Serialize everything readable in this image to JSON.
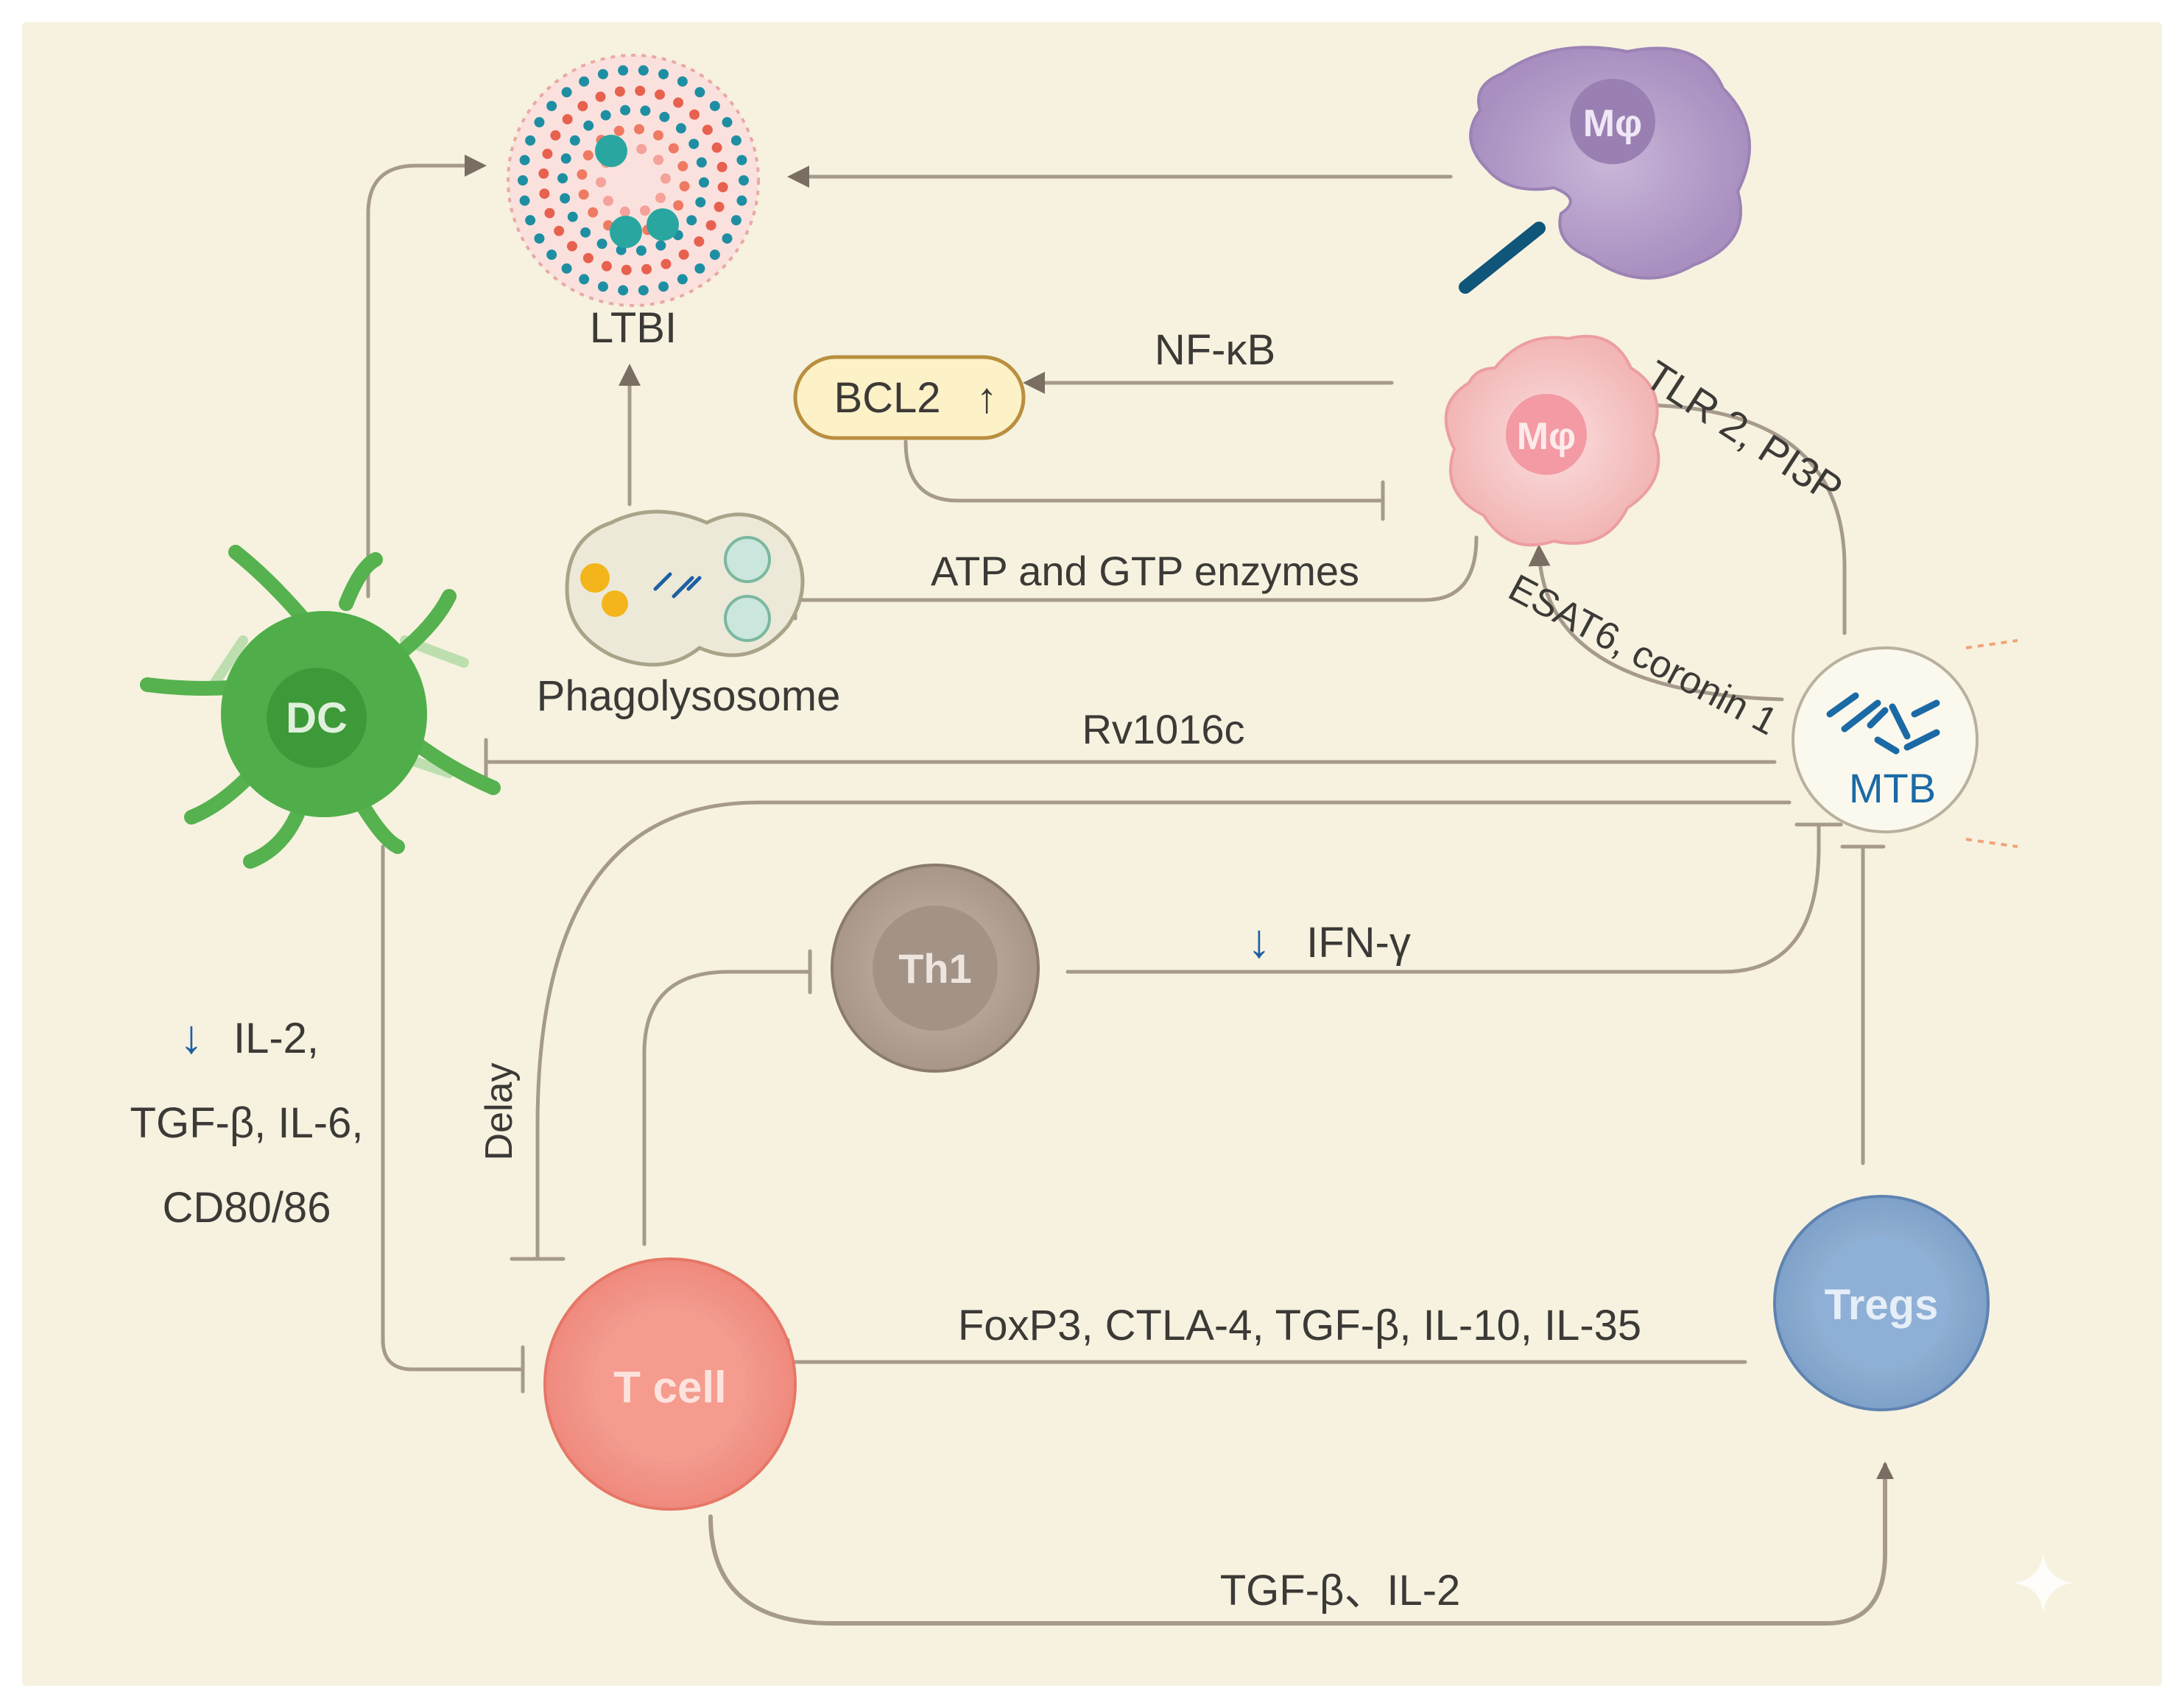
{
  "labels": {
    "ltbi": "LTBI",
    "bcl2": "BCL2",
    "bcl2_arrow": "↑",
    "nfkb": "NF-κB",
    "tlr2": "TLR 2, PI3P",
    "atp_gtp": "ATP and GTP enzymes",
    "esat6": "ESAT6, coronin 1",
    "phagolysosome": "Phagolysosome",
    "rv1016c": "Rv1016c",
    "mtb": "MTB",
    "ifn_arrow": "↓",
    "ifn": "IFN-γ",
    "dc_arrow": "↓",
    "dc_line1": "IL-2,",
    "dc_line2": "TGF-β, IL-6,",
    "dc_line3": "CD80/86",
    "delay": "Delay",
    "foxp3": "FoxP3, CTLA-4, TGF-β, IL-10, IL-35",
    "tgf_il2": "TGF-β、IL-2"
  },
  "cells": {
    "macrophage_top": "Mφ",
    "macrophage_mid": "Mφ",
    "dc": "DC",
    "th1": "Th1",
    "tcell": "T cell",
    "tregs": "Tregs"
  },
  "colors": {
    "background": "#f6f2df",
    "line": "#9a8f82",
    "arrow": "#7a6e63",
    "text": "#3c3a37",
    "blue_arrow": "#1d5fa3",
    "mtb_blue": "#1b6aa6"
  }
}
